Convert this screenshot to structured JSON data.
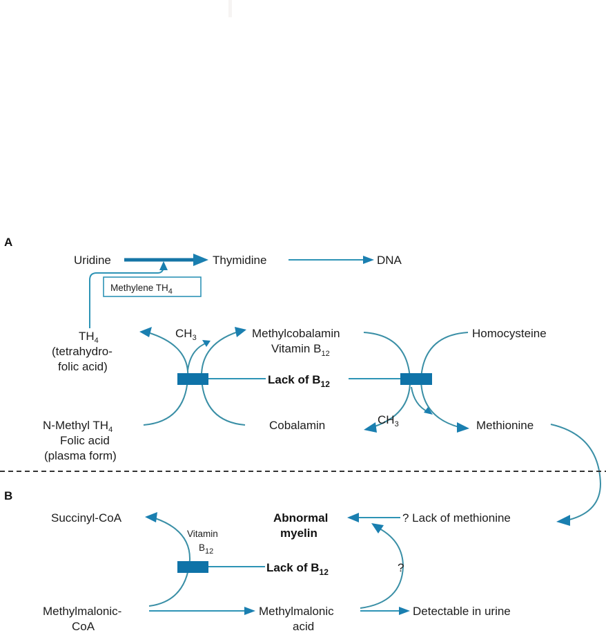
{
  "figure": {
    "panel_a_label": "A",
    "panel_b_label": "B",
    "colors": {
      "arrow": "#2d93b5",
      "arrow_head": "#1a7fb0",
      "block": "#0f73a8",
      "divider": "#333333",
      "text": "#1c1c1c"
    }
  },
  "panel_a": {
    "uridine": "Uridine",
    "thymidine": "Thymidine",
    "dna": "DNA",
    "methylene_box": {
      "main": "Methylene TH",
      "sub": "4"
    },
    "th4": {
      "main": "TH",
      "sub": "4"
    },
    "th4_line2": "(tetrahydro-",
    "th4_line3": "folic acid)",
    "ch3_left": {
      "main": "CH",
      "sub": "3"
    },
    "methylcobalamin": "Methylcobalamin",
    "vitamin_b12": {
      "main": "Vitamin B",
      "sub": "12"
    },
    "homocysteine": "Homocysteine",
    "lack_b12": {
      "main": "Lack of B",
      "sub": "12"
    },
    "n_methyl": {
      "main": "N-Methyl TH",
      "sub": "4"
    },
    "folic_acid": "Folic acid",
    "plasma_form": "(plasma form)",
    "cobalamin": "Cobalamin",
    "ch3_right": {
      "main": "CH",
      "sub": "3"
    },
    "methionine": "Methionine"
  },
  "panel_b": {
    "succinyl_coa": "Succinyl-CoA",
    "vitamin": "Vitamin",
    "b12": {
      "main": "B",
      "sub": "12"
    },
    "abnormal": "Abnormal",
    "myelin": "myelin",
    "lack_methionine": "? Lack  of methionine",
    "lack_b12": {
      "main": "Lack of B",
      "sub": "12"
    },
    "question": "?",
    "methylmalonic_coa_1": "Methylmalonic-",
    "methylmalonic_coa_2": "CoA",
    "methylmalonic_acid_1": "Methylmalonic",
    "methylmalonic_acid_2": "acid",
    "detectable": "Detectable in urine"
  }
}
